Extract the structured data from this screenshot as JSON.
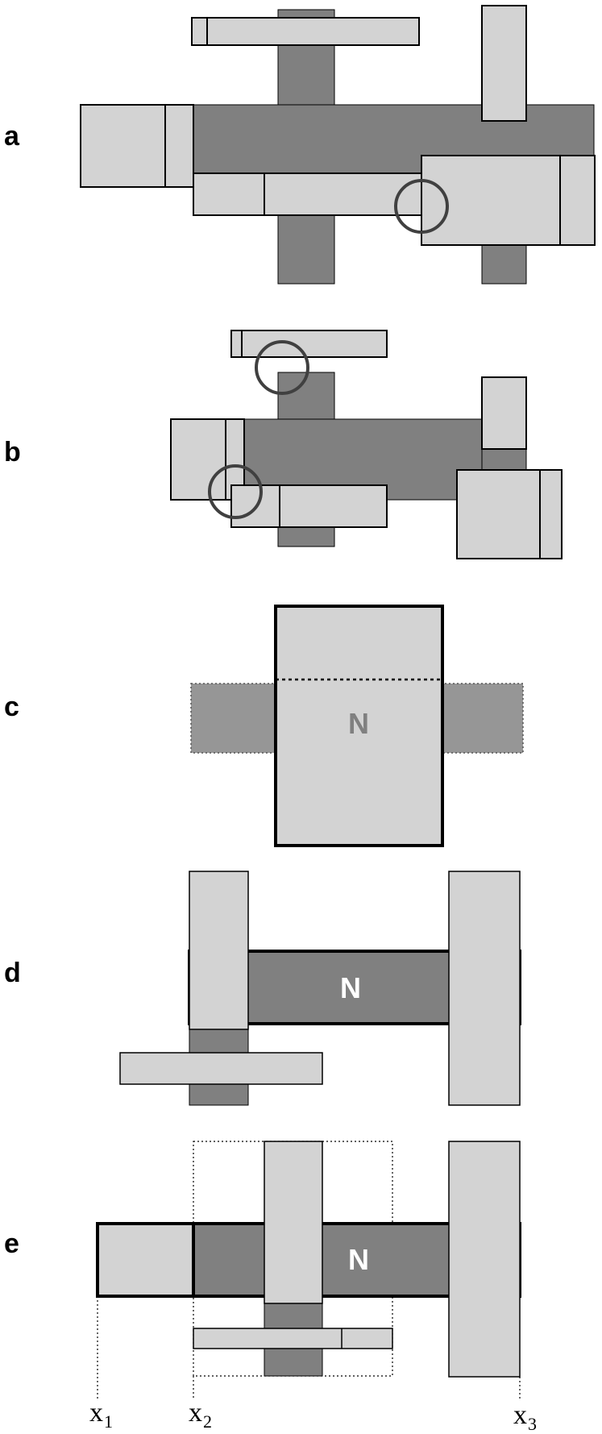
{
  "panels": [
    {
      "id": "a",
      "label": "a"
    },
    {
      "id": "b",
      "label": "b"
    },
    {
      "id": "c",
      "label": "c",
      "center_label": "N"
    },
    {
      "id": "d",
      "label": "d",
      "center_label": "N"
    },
    {
      "id": "e",
      "label": "e",
      "center_label": "N"
    }
  ],
  "x_markers": [
    {
      "base": "x",
      "sub": "1"
    },
    {
      "base": "x",
      "sub": "2"
    },
    {
      "base": "x",
      "sub": "3"
    }
  ],
  "colors": {
    "dark_gray": "#808080",
    "light_gray": "#d3d3d3",
    "medium_gray": "#969696",
    "outline": "#000000",
    "circle": "#404040"
  }
}
